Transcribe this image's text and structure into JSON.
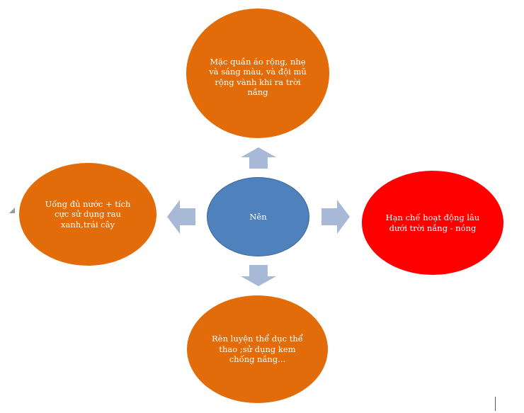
{
  "center": {
    "label": "Nên",
    "color": "#4f81bd"
  },
  "nodes": {
    "top": {
      "text": "Mặc quần áo rộng, nhẹ và sáng màu, và đội mũ rộng vành khi ra trời nắng",
      "color": "#e36c0a"
    },
    "left": {
      "text": "Uống đủ nước + tích cực sử dụng rau xanh,trái cây",
      "color": "#e36c0a"
    },
    "right": {
      "text": "Hạn chế hoạt động lâu dưới trời nắng - nóng",
      "color": "#fe0000"
    },
    "bottom": {
      "text": "Rèn luyện thể dục thể thao ;sử dụng kem chống nắng...",
      "color": "#e36c0a"
    }
  },
  "arrow_color": "#a8b9d8"
}
